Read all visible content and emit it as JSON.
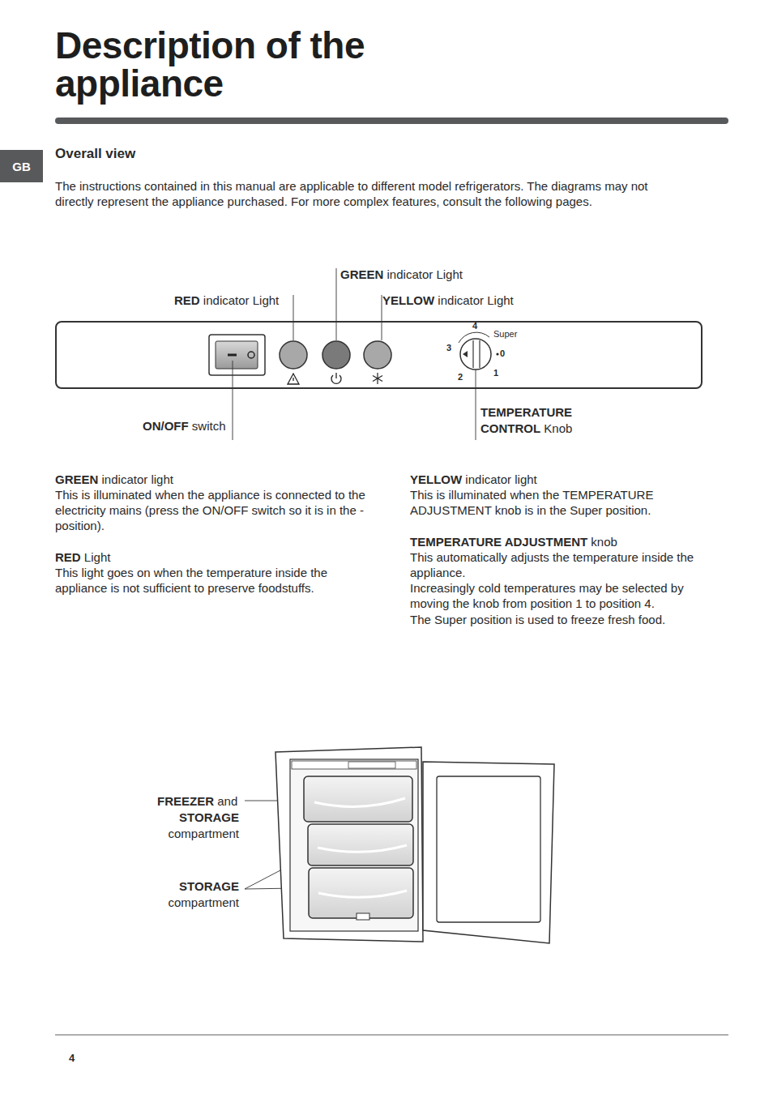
{
  "diagram": {
    "title": "Description of the appliance",
    "nodes": [
      {
        "text": [
          "GB"
        ]
      }
    ],
    "labels": [
      "Overall view",
      "The instructions contained in this manual are applicable to different model refrigerators. The diagrams may not directly represent the appliance purchased. For more complex features, consult the following pages.",
      "GREEN",
      "indicator Light",
      "RED",
      "indicator Light",
      "YELLOW",
      "indicator Light",
      "4",
      "Super",
      "3",
      "0",
      "2",
      "1",
      "ON/OFF",
      "switch",
      "TEMPERATURE",
      "CONTROL",
      "Knob",
      "GREEN",
      "indicator light",
      "This is illuminated when the appliance is connected to the electricity mains (press the ON/OFF switch so it is in the - position).",
      "RED",
      "Light",
      "This light goes on when the temperature inside the appliance is not sufficient to preserve foodstuffs.",
      "YELLOW",
      "indicator light",
      "This is illuminated when the TEMPERATURE ADJUSTMENT knob is in the Super position.",
      "TEMPERATURE ADJUSTMENT",
      "knob",
      "This automatically adjusts the temperature inside the appliance.",
      "Increasingly cold temperatures may be selected by moving the knob from position 1 to position 4.",
      "The Super position is used to freeze fresh food.",
      "FREEZER",
      "and",
      "STORAGE",
      "compartment",
      "STORAGE",
      "compartment",
      "4"
    ]
  }
}
